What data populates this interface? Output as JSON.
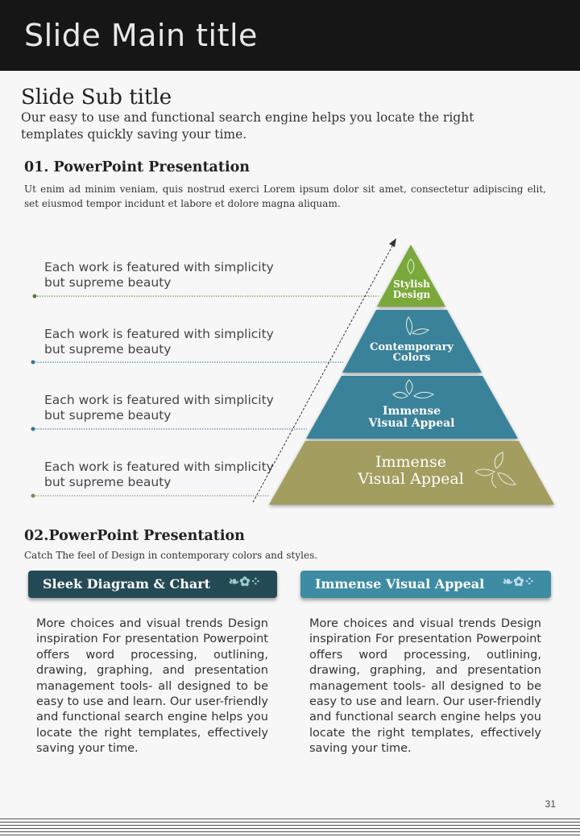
{
  "header": {
    "title": "Slide Main title"
  },
  "subtitle": "Slide Sub title",
  "intro": "Our easy to use and functional search engine helps you locate the right templates quickly saving your time.",
  "section1": {
    "heading": "01. PowerPoint Presentation",
    "body": "Ut enim ad minim veniam, quis nostrud exerci  Lorem ipsum dolor sit amet, consectetur adipiscing elit, set eiusmod tempor incidunt et labore et dolore magna aliquam."
  },
  "features": [
    {
      "line1": "Each work is featured with simplicity",
      "line2": "but  supreme beauty"
    },
    {
      "line1": "Each work is featured with simplicity",
      "line2": "but  supreme beauty"
    },
    {
      "line1": "Each work is featured with simplicity",
      "line2": "but  supreme beauty"
    },
    {
      "line1": "Each work is featured with simplicity",
      "line2": "but  supreme beauty"
    }
  ],
  "pyramid": [
    {
      "line1": "Stylish",
      "line2": "Design",
      "color": "#7aa83a"
    },
    {
      "line1": "Contemporary",
      "line2": "Colors",
      "color": "#3a8299"
    },
    {
      "line1": "Immense",
      "line2": "Visual Appeal",
      "color": "#3a8299"
    },
    {
      "line1": "Immense",
      "line2": "Visual Appeal",
      "color": "#a39e60"
    }
  ],
  "section2": {
    "heading": "02.PowerPoint Presentation",
    "body": "Catch The feel of Design in contemporary  colors and styles."
  },
  "cards": [
    {
      "title": "Sleek Diagram & Chart",
      "color": "#234a55",
      "text": "More choices and visual trends Design inspiration For presentation Powerpoint offers word processing, outlining, drawing, graphing, and presentation management tools- all designed to be easy to use and learn. Our user-friendly and functional search engine helps you locate the right templates, effectively saving your time."
    },
    {
      "title": "Immense Visual Appeal",
      "color": "#3e8ca3",
      "text": "More choices and visual trends Design inspiration For presentation Powerpoint offers word processing, outlining, drawing, graphing, and presentation management tools- all designed to be easy to use and learn. Our user-friendly and functional search engine helps you locate the right templates, effectively saving your time."
    }
  ],
  "page_number": "31"
}
